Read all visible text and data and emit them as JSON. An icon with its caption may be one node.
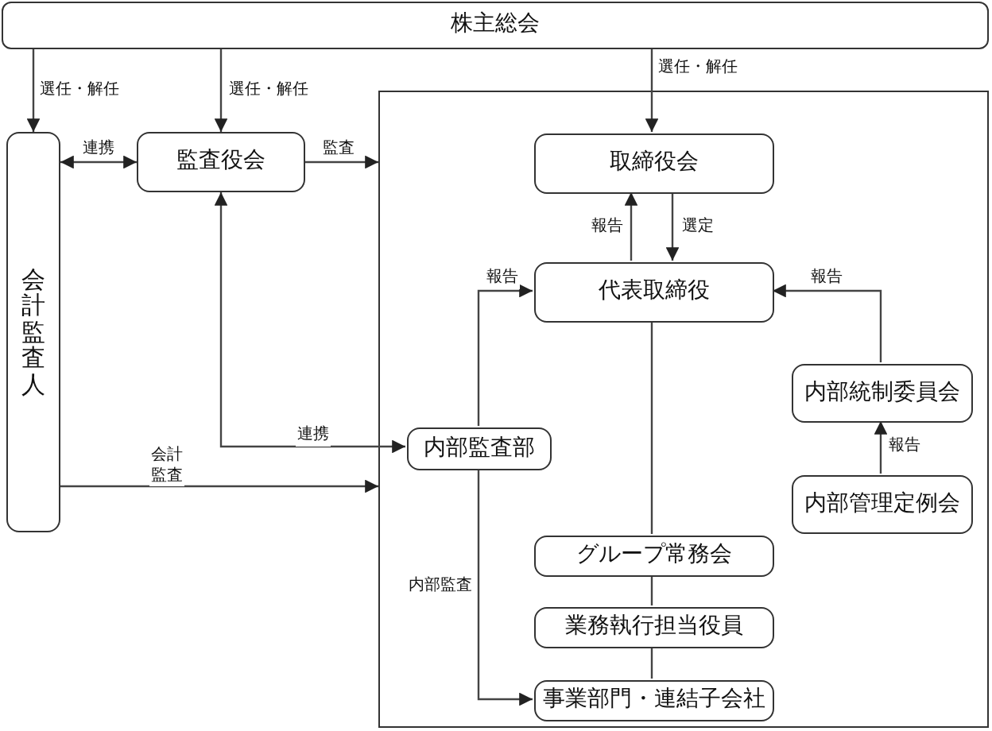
{
  "diagram": {
    "nodes": [
      {
        "text": [
          "株主総会"
        ]
      },
      {
        "text": [
          "会計監査人"
        ]
      },
      {
        "text": [
          "監査役会"
        ]
      },
      {
        "text": [],
        "shape": "box"
      },
      {
        "text": [
          "取締役会"
        ],
        "in": 3
      },
      {
        "text": [
          "代表取締役"
        ],
        "in": 3
      },
      {
        "text": [
          "内部監査部"
        ],
        "in": 3
      },
      {
        "text": [
          "内部統制委員会"
        ],
        "in": 3
      },
      {
        "text": [
          "内部管理定例会"
        ],
        "in": 3
      },
      {
        "text": [
          "グループ常務会"
        ],
        "in": 3
      },
      {
        "text": [
          "業務執行担当役員"
        ],
        "in": 3
      },
      {
        "text": [
          "事業部門・連結子会社"
        ],
        "in": 3
      }
    ],
    "edges": [
      {
        "from": 0,
        "to": 1,
        "arrow": "to",
        "label": "選任・解任"
      },
      {
        "from": 0,
        "to": 2,
        "arrow": "to",
        "label": "選任・解任"
      },
      {
        "from": 0,
        "to": 4,
        "arrow": "to",
        "label": "選任・解任"
      },
      {
        "from": 1,
        "to": 2,
        "arrow": "both",
        "label": "連携"
      },
      {
        "from": 2,
        "to": 3,
        "arrow": "to",
        "label": "監査"
      },
      {
        "from": 1,
        "to": 3,
        "arrow": "to",
        "label": "会計監査"
      },
      {
        "from": 2,
        "to": 6,
        "arrow": "both",
        "label": "連携"
      },
      {
        "from": 5,
        "to": 4,
        "arrow": "to",
        "label": "報告"
      },
      {
        "from": 4,
        "to": 5,
        "arrow": "to",
        "label": "選定"
      },
      {
        "from": 6,
        "to": 5,
        "arrow": "to",
        "label": "報告"
      },
      {
        "from": 7,
        "to": 5,
        "arrow": "to",
        "label": "報告"
      },
      {
        "from": 8,
        "to": 7,
        "arrow": "to",
        "label": "報告"
      },
      {
        "from": 5,
        "to": 9,
        "arrow": "none"
      },
      {
        "from": 9,
        "to": 10,
        "arrow": "none"
      },
      {
        "from": 10,
        "to": 11,
        "arrow": "none"
      },
      {
        "from": 6,
        "to": 11,
        "arrow": "to",
        "label": "内部監査"
      }
    ]
  }
}
